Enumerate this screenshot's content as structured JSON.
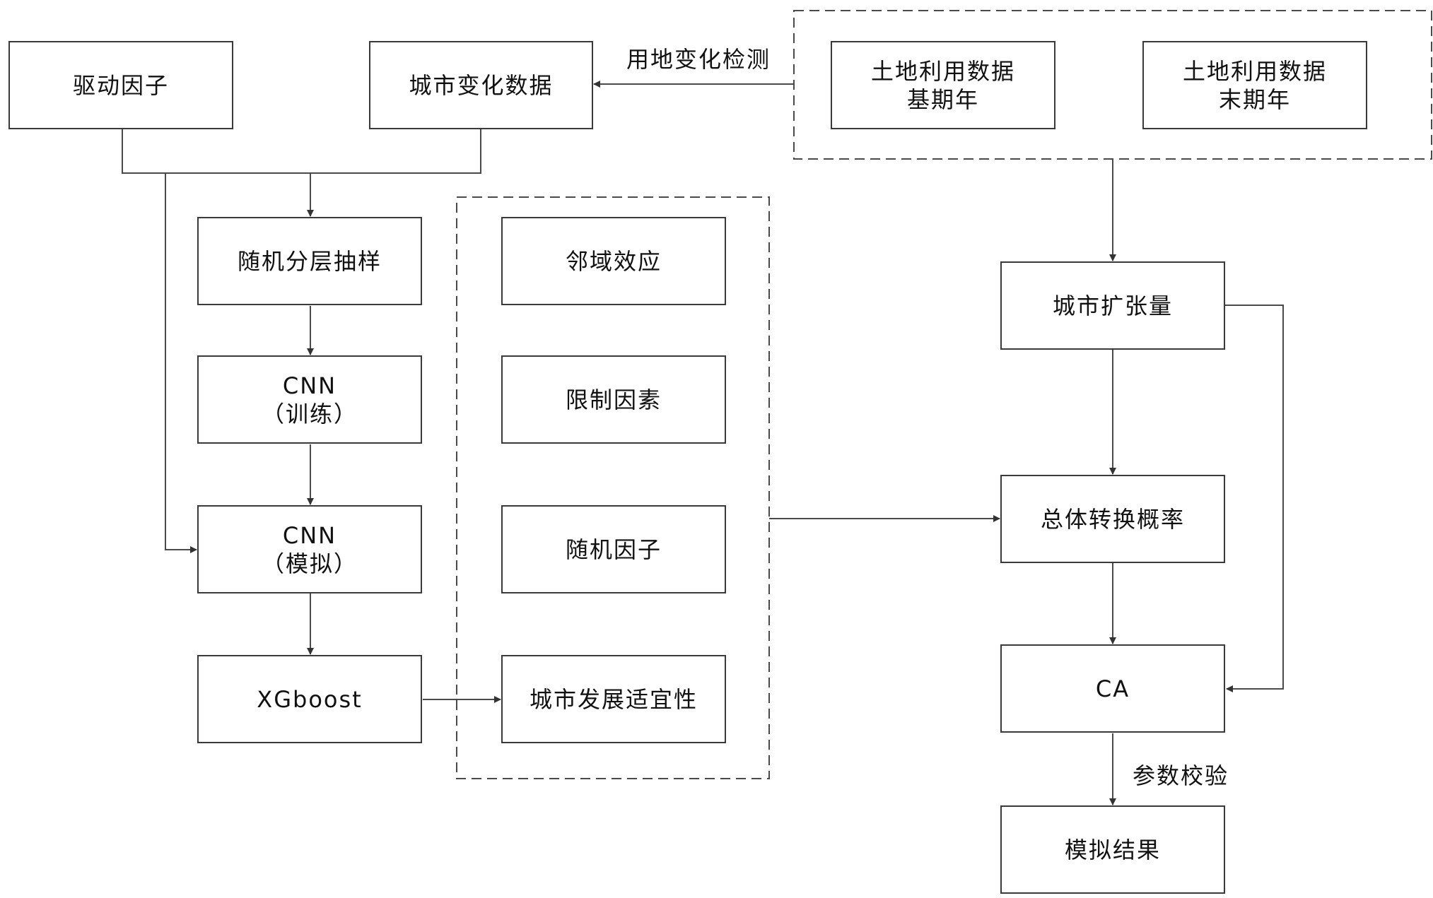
{
  "nodes": {
    "drive_factor": "驱动因子",
    "urban_change_data": "城市变化数据",
    "land_base_line1": "土地利用数据",
    "land_base_line2": "基期年",
    "land_end_line1": "土地利用数据",
    "land_end_line2": "末期年",
    "stratified_sampling": "随机分层抽样",
    "cnn_train_line1": "CNN",
    "cnn_train_line2": "（训练）",
    "cnn_sim_line1": "CNN",
    "cnn_sim_line2": "（模拟）",
    "xgboost": "XGboost",
    "neighborhood_effect": "邻域效应",
    "constraint_factor": "限制因素",
    "random_factor": "随机因子",
    "urban_suitability": "城市发展适宜性",
    "urban_expansion": "城市扩张量",
    "total_transition_prob": "总体转换概率",
    "ca": "CA",
    "simulation_result": "模拟结果"
  },
  "edge_labels": {
    "land_use_change_detection": "用地变化检测",
    "parameter_calibration": "参数校验"
  }
}
